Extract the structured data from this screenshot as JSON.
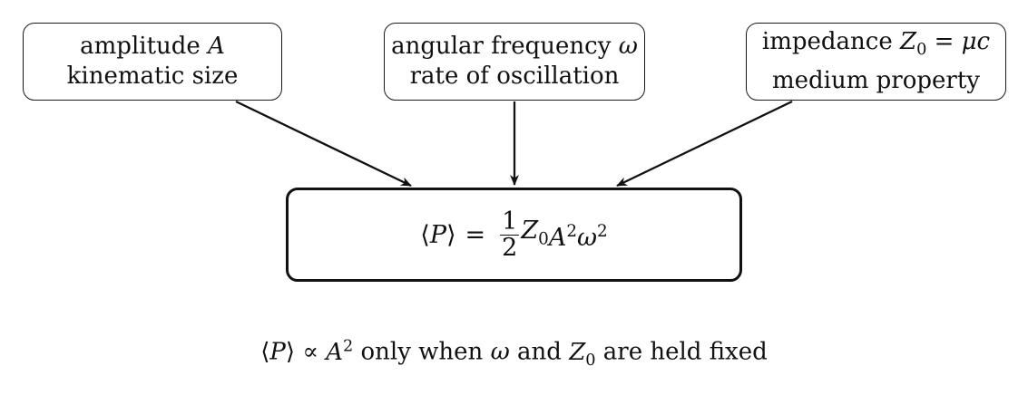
{
  "diagram": {
    "input_boxes": [
      {
        "id": "amplitude",
        "line1_text": "amplitude",
        "line1_symbol": "A",
        "line2": "kinematic size"
      },
      {
        "id": "frequency",
        "line1_text": "angular frequency",
        "line1_symbol": "ω",
        "line2": "rate of oscillation"
      },
      {
        "id": "impedance",
        "line1_text": "impedance",
        "line1_symbol": "Z",
        "line1_subscript": "0",
        "line1_equals": "=",
        "line1_value": "μc",
        "line2": "medium property"
      }
    ],
    "result_box": {
      "lhs_open": "⟨",
      "lhs_symbol": "P",
      "lhs_close": "⟩",
      "equals": "=",
      "fraction_numerator": "1",
      "fraction_denominator": "2",
      "factor_z": "Z",
      "factor_z_sub": "0",
      "factor_a": "A",
      "factor_a_exp": "2",
      "factor_w": "ω",
      "factor_w_exp": "2"
    },
    "footer": {
      "lhs_open": "⟨",
      "lhs_symbol": "P",
      "lhs_close": "⟩",
      "relation": "∝",
      "rhs_symbol": "A",
      "rhs_exp": "2",
      "text_only_when": "only when",
      "symbol_omega": "ω",
      "text_and": "and",
      "symbol_z": "Z",
      "symbol_z_sub": "0",
      "text_tail": "are held fixed"
    },
    "colors": {
      "stroke": "#111111",
      "background": "#ffffff"
    }
  }
}
